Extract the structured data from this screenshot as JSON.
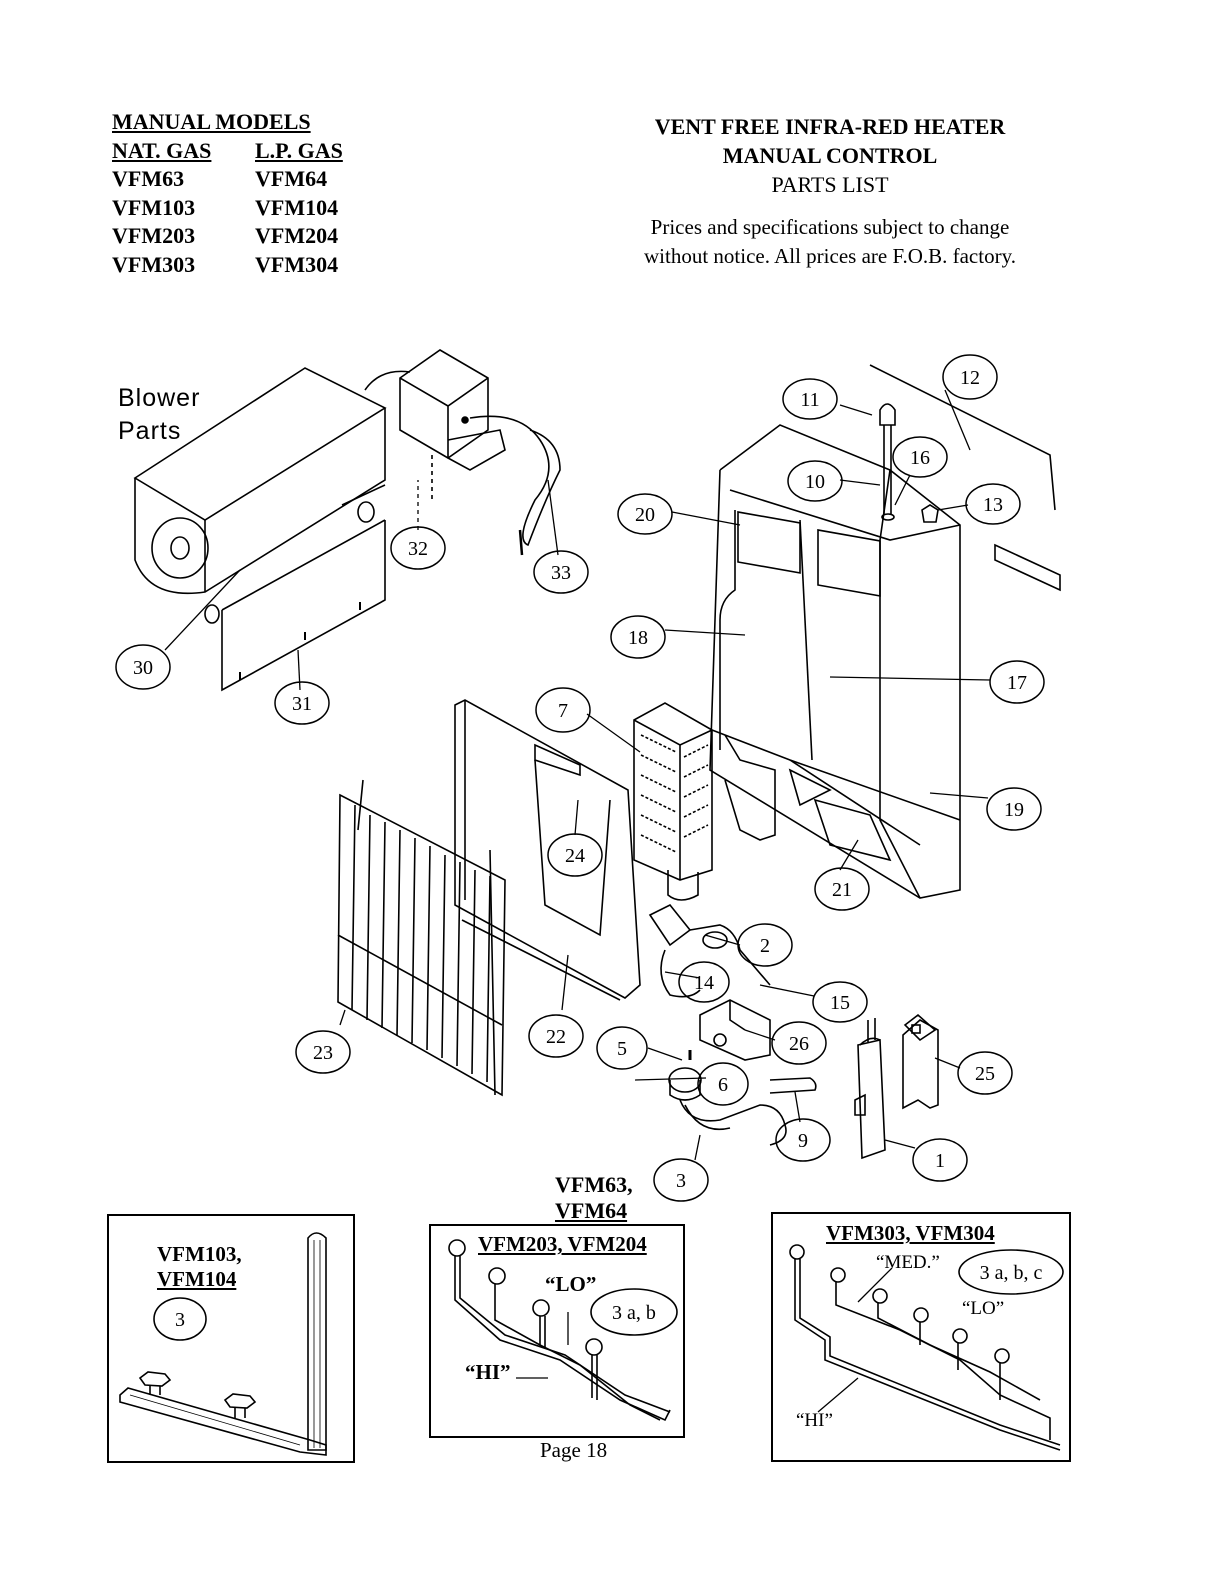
{
  "header_left": {
    "title": "MANUAL MODELS",
    "col_nat": "NAT. GAS",
    "col_lp": "L.P. GAS",
    "models": [
      {
        "nat": "VFM63",
        "lp": "VFM64"
      },
      {
        "nat": "VFM103",
        "lp": "VFM104"
      },
      {
        "nat": "VFM203",
        "lp": "VFM204"
      },
      {
        "nat": "VFM303",
        "lp": "VFM304"
      }
    ]
  },
  "header_right": {
    "line1": "VENT FREE INFRA-RED HEATER",
    "line2": "MANUAL CONTROL",
    "line3": "PARTS LIST",
    "note1": "Prices and specifications subject to change",
    "note2": "without notice.  All prices are F.O.B. factory."
  },
  "blower_label": {
    "line1": "Blower",
    "line2": "Parts"
  },
  "callouts": [
    "1",
    "2",
    "3",
    "5",
    "6",
    "7",
    "9",
    "10",
    "11",
    "12",
    "13",
    "14",
    "15",
    "16",
    "17",
    "18",
    "19",
    "20",
    "21",
    "22",
    "23",
    "24",
    "25",
    "26",
    "30",
    "31",
    "32",
    "33"
  ],
  "vfm63_label": {
    "line1": "VFM63,",
    "line2": "VFM64"
  },
  "inset_boxes": [
    {
      "title1": "VFM103,",
      "title2": "VFM104",
      "callout": "3"
    },
    {
      "title": "VFM203, VFM204",
      "callout": "3 a, b",
      "lo": "“LO”",
      "hi": "“HI”"
    },
    {
      "title": "VFM303, VFM304",
      "callout": "3 a, b, c",
      "med": "“MED.”",
      "lo": "“LO”",
      "hi": "“HI”"
    }
  ],
  "page_label": "Page 18",
  "colors": {
    "ink": "#000000",
    "paper": "#ffffff"
  }
}
